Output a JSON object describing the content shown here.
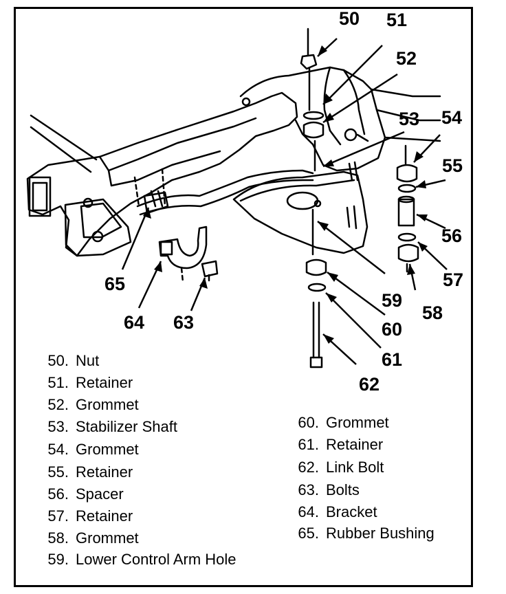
{
  "callouts": {
    "c50": "50",
    "c51": "51",
    "c52": "52",
    "c53": "53",
    "c54": "54",
    "c55": "55",
    "c56": "56",
    "c57": "57",
    "c58": "58",
    "c59": "59",
    "c60": "60",
    "c61": "61",
    "c62": "62",
    "c63": "63",
    "c64": "64",
    "c65": "65"
  },
  "legend_left": [
    {
      "num": "50.",
      "label": "Nut"
    },
    {
      "num": "51.",
      "label": "Retainer"
    },
    {
      "num": "52.",
      "label": "Grommet"
    },
    {
      "num": "53.",
      "label": "Stabilizer Shaft"
    },
    {
      "num": "54.",
      "label": "Grommet"
    },
    {
      "num": "55.",
      "label": "Retainer"
    },
    {
      "num": "56.",
      "label": "Spacer"
    },
    {
      "num": "57.",
      "label": "Retainer"
    },
    {
      "num": "58.",
      "label": "Grommet"
    },
    {
      "num": "59.",
      "label": "Lower Control Arm Hole"
    }
  ],
  "legend_right": [
    {
      "num": "60.",
      "label": "Grommet"
    },
    {
      "num": "61.",
      "label": "Retainer"
    },
    {
      "num": "62.",
      "label": "Link Bolt"
    },
    {
      "num": "63.",
      "label": "Bolts"
    },
    {
      "num": "64.",
      "label": "Bracket"
    },
    {
      "num": "65.",
      "label": "Rubber Bushing"
    }
  ]
}
